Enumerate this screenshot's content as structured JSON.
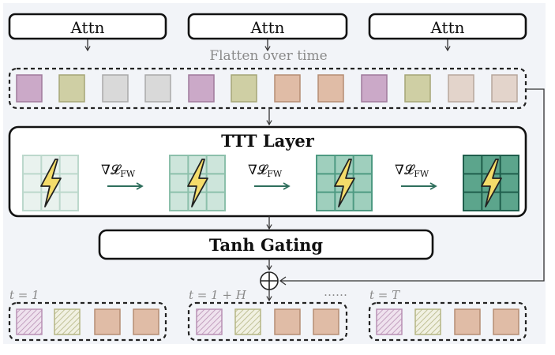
{
  "attn_labels": [
    "Attn",
    "Attn",
    "Attn"
  ],
  "flatten_label": "Flatten over time",
  "ttt_layer": {
    "title": "TTT Layer",
    "gradient_label": "∇𝓛",
    "gradient_subscript": "FW"
  },
  "tanh_gating_label": "Tanh Gating",
  "time_labels": {
    "t1": "t = 1",
    "t1h": "t = 1 + H",
    "tT": "t = T",
    "ellipsis": "……"
  },
  "colors": {
    "purple": "#cba9c8",
    "olive": "#cfcfa4",
    "gray": "#d9d9d9",
    "tan": "#e0bca6",
    "beige": "#e3d4cb",
    "teal_dark": "#2e7d6a",
    "background_panel": "#f2f4f8"
  },
  "icons": {
    "lightning": "lightning-bolt-icon",
    "add": "circle-plus-icon"
  }
}
